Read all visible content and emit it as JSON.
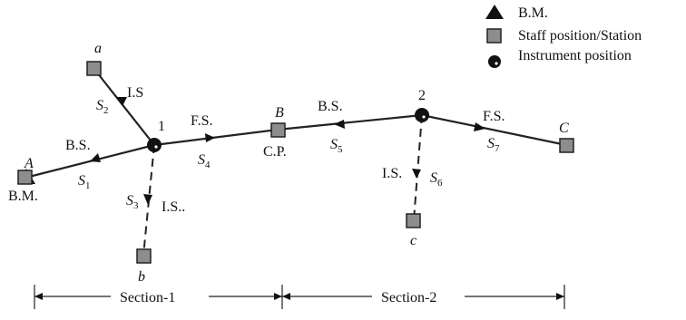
{
  "legend": {
    "bm_label": "B.M.",
    "staff_label": "Staff position/Station",
    "instrument_label": "Instrument position"
  },
  "points": {
    "A": "A",
    "B": "B",
    "C": "C",
    "a": "a",
    "b": "b",
    "c": "c",
    "inst1": "1",
    "inst2": "2"
  },
  "point_notes": {
    "A_note": "B.M.",
    "B_note": "C.P."
  },
  "sight_labels": {
    "bs1": "B.S.",
    "fs1": "F.S.",
    "is_a": "I.S",
    "is_b": "I.S..",
    "bs2": "B.S.",
    "fs2": "F.S.",
    "is_c": "I.S."
  },
  "distances": {
    "s1": {
      "base": "S",
      "sub": "1"
    },
    "s2": {
      "base": "S",
      "sub": "2"
    },
    "s3": {
      "base": "S",
      "sub": "3"
    },
    "s4": {
      "base": "S",
      "sub": "4"
    },
    "s5": {
      "base": "S",
      "sub": "5"
    },
    "s6": {
      "base": "S",
      "sub": "6"
    },
    "s7": {
      "base": "S",
      "sub": "7"
    }
  },
  "sections": {
    "section1": "Section-1",
    "section2": "Section-2"
  },
  "colors": {
    "staff_fill": "#8d8d8d",
    "ink": "#111111"
  }
}
